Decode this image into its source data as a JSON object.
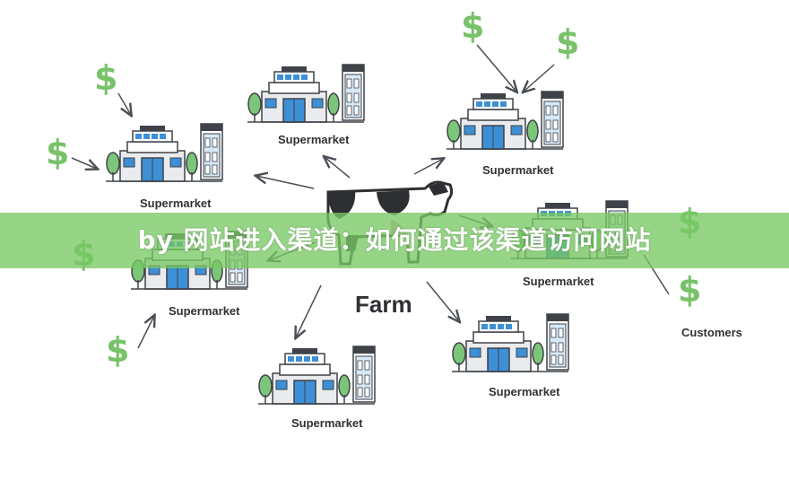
{
  "diagram": {
    "center": {
      "label": "Farm"
    },
    "supermarket_label": "Supermarket",
    "customers_label": "Customers",
    "currency_symbol": "$"
  },
  "banner": {
    "text": "by 网站进入渠道：如何通过该渠道访问网站"
  },
  "colors": {
    "building_blue": "#3d8fd6",
    "building_gray": "#e9ebee",
    "outline": "#3f4349",
    "tree_green": "#7cc67a",
    "dollar_green": "#78c26a",
    "banner_green": "#78c864"
  }
}
